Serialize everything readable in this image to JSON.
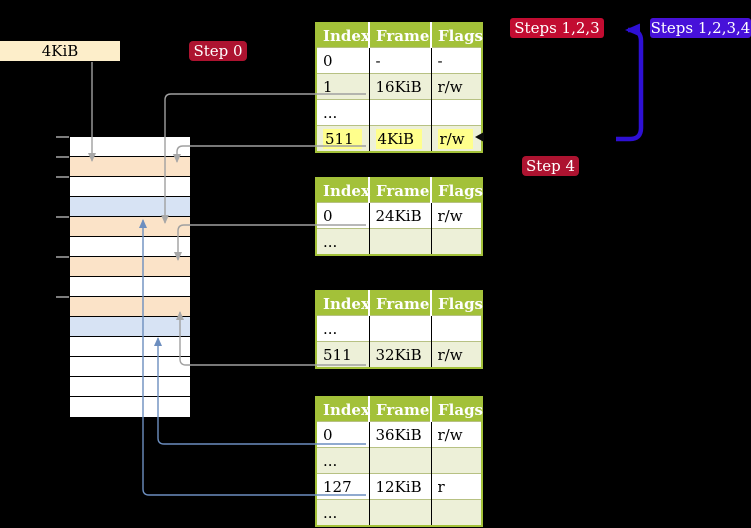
{
  "page_size_label": "4KiB",
  "badges": {
    "step0": "Step 0",
    "steps123": "Steps 1,2,3",
    "steps1234": "Steps 1,2,3,4",
    "step4": "Step 4"
  },
  "tables": [
    {
      "headers": [
        "Index",
        "Frame",
        "Flags"
      ],
      "rows": [
        {
          "cells": [
            "0",
            "-",
            "-"
          ]
        },
        {
          "cells": [
            "1",
            "16KiB",
            "r/w"
          ]
        },
        {
          "cells": [
            "...",
            "",
            ""
          ]
        },
        {
          "cells": [
            "511",
            "4KiB",
            "r/w"
          ],
          "highlight": true
        }
      ]
    },
    {
      "headers": [
        "Index",
        "Frame",
        "Flags"
      ],
      "rows": [
        {
          "cells": [
            "0",
            "24KiB",
            "r/w"
          ]
        },
        {
          "cells": [
            "...",
            "",
            ""
          ]
        }
      ]
    },
    {
      "headers": [
        "Index",
        "Frame",
        "Flags"
      ],
      "rows": [
        {
          "cells": [
            "...",
            "",
            ""
          ]
        },
        {
          "cells": [
            "511",
            "32KiB",
            "r/w"
          ]
        }
      ]
    },
    {
      "headers": [
        "Index",
        "Frame",
        "Flags"
      ],
      "rows": [
        {
          "cells": [
            "0",
            "36KiB",
            "r/w"
          ]
        },
        {
          "cells": [
            "...",
            "",
            ""
          ]
        },
        {
          "cells": [
            "127",
            "12KiB",
            "r"
          ]
        },
        {
          "cells": [
            "...",
            "",
            ""
          ]
        }
      ]
    }
  ],
  "memory": {
    "row_colors": [
      "white",
      "peach",
      "white",
      "blue",
      "peach",
      "white",
      "peach",
      "white",
      "peach",
      "blue",
      "white",
      "white",
      "white",
      "white"
    ],
    "tick_ys": [
      136,
      156,
      176,
      216,
      256,
      296
    ]
  },
  "colors": {
    "table_header_green": "#a3c139",
    "table_row_green": "#edf0d8",
    "frame_peach": "#fbe3c8",
    "frame_light_blue": "#d7e3f4",
    "connector_gray": "#a0a0a0",
    "connector_steel_blue": "#6c8ebf",
    "loop_arrow_blue": "#2e10d4",
    "badge_dark_red": "#ad1330",
    "badge_bright_red": "#c20c31",
    "badge_blue": "#4711d9",
    "highlight_yellow": "#ffff8c",
    "label_wheat": "#fdeeca"
  }
}
